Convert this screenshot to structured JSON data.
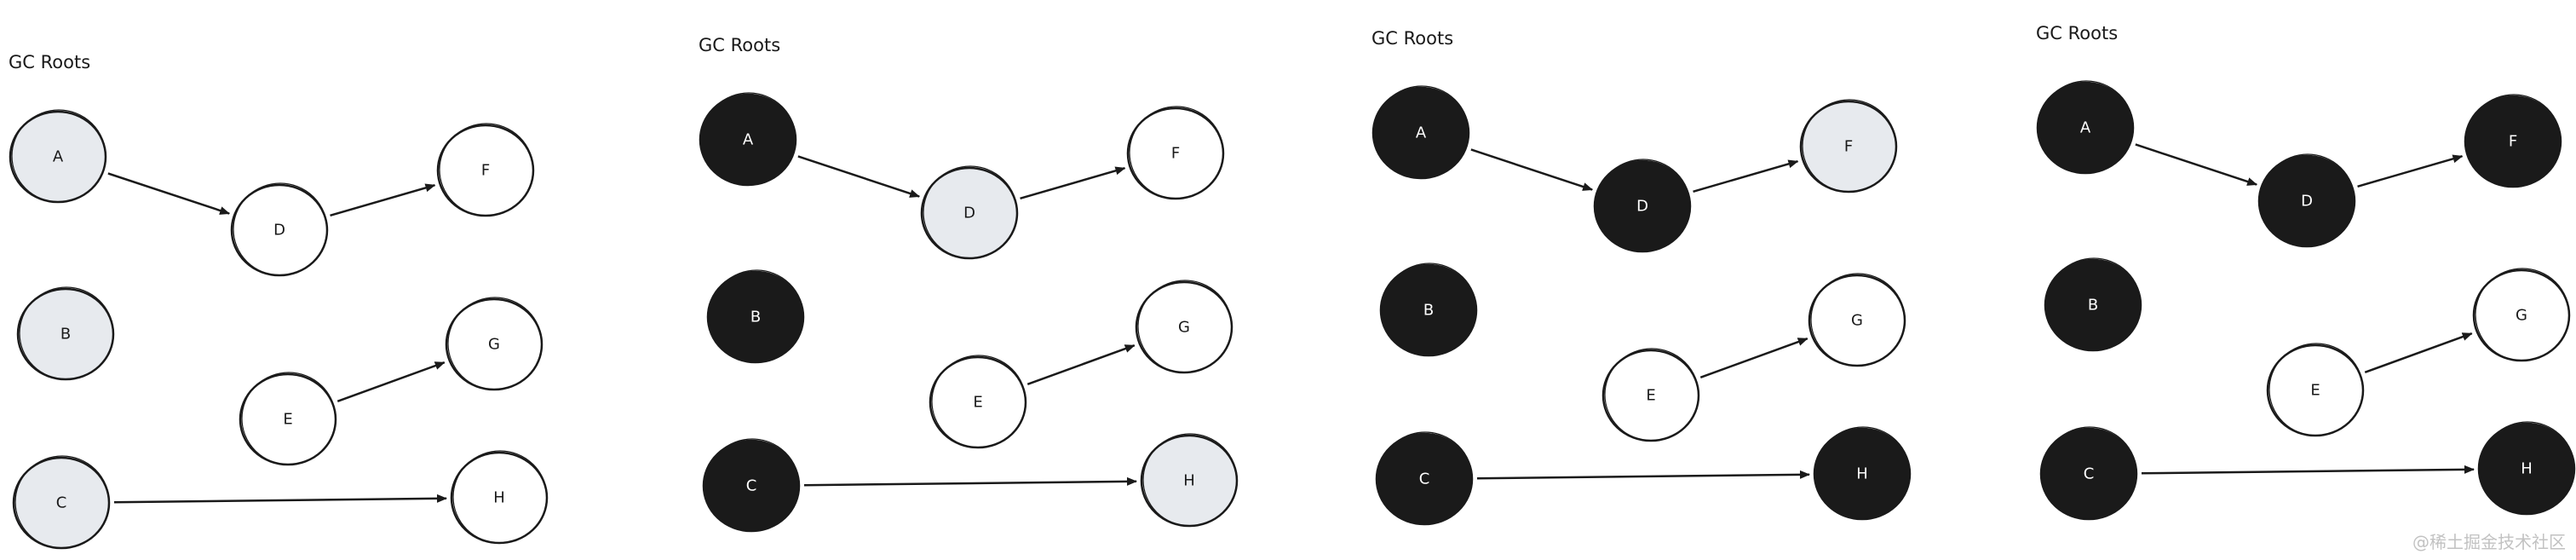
{
  "colors": {
    "stroke": "#1a1a1a",
    "white": "#ffffff",
    "gray": "#e7eaee",
    "black": "#1a1a1a",
    "edge": "#1a1a1a"
  },
  "watermark": "@稀土掘金技术社区",
  "panels": [
    {
      "title": "GC Roots",
      "states": {
        "A": "gray",
        "B": "gray",
        "C": "gray",
        "D": "white",
        "E": "white",
        "F": "white",
        "G": "white",
        "H": "white"
      }
    },
    {
      "title": "GC Roots",
      "states": {
        "A": "black",
        "B": "black",
        "C": "black",
        "D": "gray",
        "E": "white",
        "F": "white",
        "G": "white",
        "H": "gray"
      }
    },
    {
      "title": "GC Roots",
      "states": {
        "A": "black",
        "B": "black",
        "C": "black",
        "D": "black",
        "E": "white",
        "F": "gray",
        "G": "white",
        "H": "black"
      }
    },
    {
      "title": "GC Roots",
      "states": {
        "A": "black",
        "B": "black",
        "C": "black",
        "D": "black",
        "E": "white",
        "F": "black",
        "G": "white",
        "H": "black"
      }
    }
  ],
  "edges": [
    [
      "A",
      "D"
    ],
    [
      "D",
      "F"
    ],
    [
      "E",
      "G"
    ],
    [
      "C",
      "H"
    ]
  ]
}
